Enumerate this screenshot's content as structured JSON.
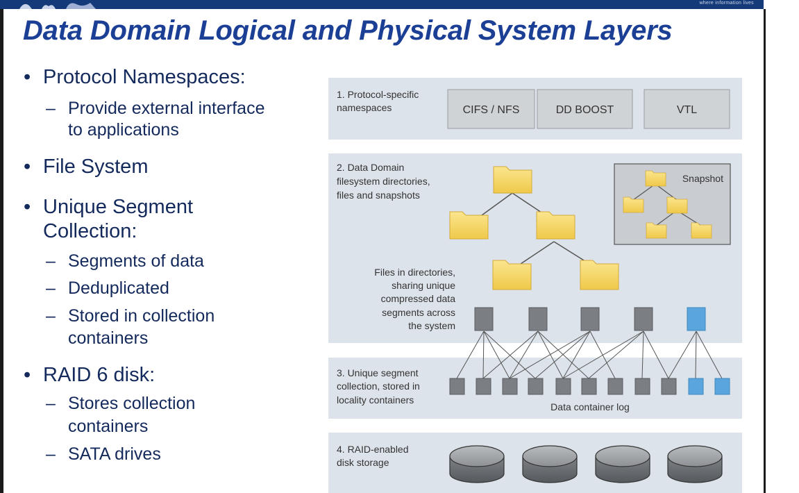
{
  "header": {
    "tagline": "where information lives"
  },
  "slide": {
    "title": "Data Domain Logical and Physical System Layers"
  },
  "bullets": [
    {
      "text": "Protocol Namespaces:",
      "subs": [
        "Provide external interface",
        "to applications"
      ]
    },
    {
      "text": "File System",
      "subs": []
    },
    {
      "text": "Unique Segment",
      "cont": "Collection:",
      "subs": [
        "Segments of data",
        "Deduplicated",
        "Stored in collection",
        "containers"
      ]
    },
    {
      "text": "RAID 6 disk:",
      "subs": [
        "Stores collection",
        "containers",
        "SATA drives"
      ]
    }
  ],
  "diagram": {
    "layer1": {
      "label1": "1. Protocol-specific",
      "label2": "namespaces",
      "boxes": [
        "CIFS / NFS",
        "DD BOOST",
        "VTL"
      ]
    },
    "layer2": {
      "label1": "2. Data Domain",
      "label2": "filesystem directories,",
      "label3": "files and snapshots",
      "snapshot": "Snapshot",
      "note1": "Files in directories,",
      "note2": "sharing unique",
      "note3": "compressed data",
      "note4": "segments across",
      "note5": "the system"
    },
    "layer3": {
      "label1": "3. Unique segment",
      "label2": "collection, stored in",
      "label3": "locality containers",
      "log": "Data container log"
    },
    "layer4": {
      "label1": "4. RAID-enabled",
      "label2": "disk storage"
    },
    "colors": {
      "band": "#dde3ea",
      "box": "#d0d3d6",
      "segment_gray": "#7b7e82",
      "segment_blue": "#5aa6dc",
      "folder": "#f3d35f"
    }
  }
}
